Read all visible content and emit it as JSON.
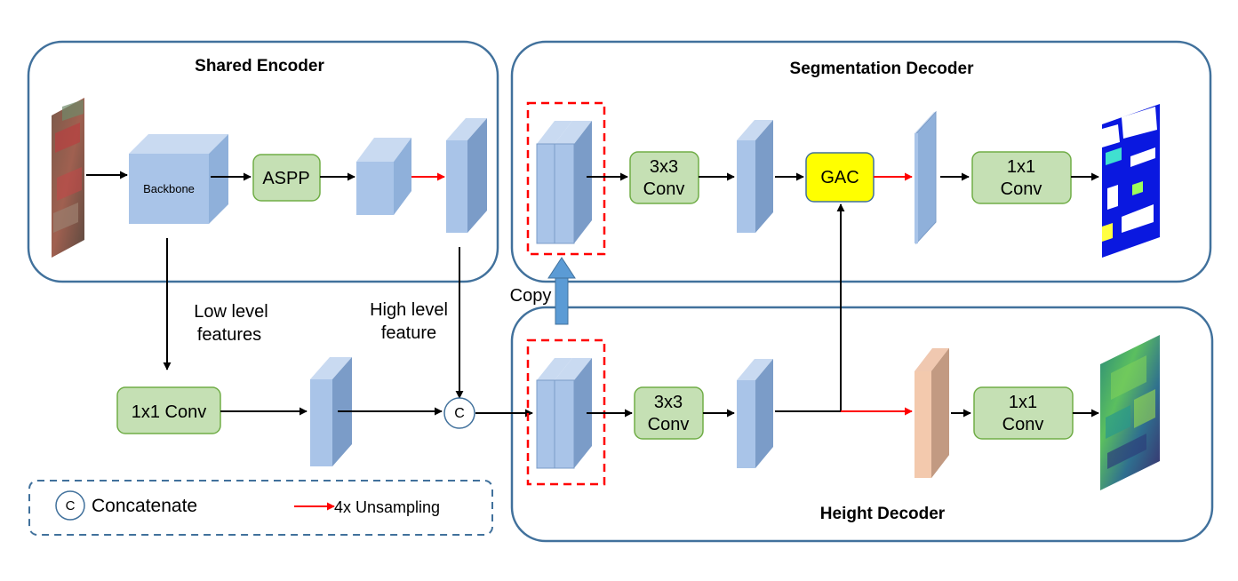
{
  "sections": {
    "shared_encoder": "Shared Encoder",
    "segmentation_decoder": "Segmentation Decoder",
    "height_decoder": "Height Decoder"
  },
  "blocks": {
    "backbone": "Backbone",
    "aspp": "ASPP",
    "conv1x1_low": "1x1 Conv",
    "seg_conv3x3": [
      "3x3",
      "Conv"
    ],
    "gac": "GAC",
    "seg_conv1x1": [
      "1x1",
      "Conv"
    ],
    "height_conv3x3": [
      "3x3",
      "Conv"
    ],
    "height_conv1x1": [
      "1x1",
      "Conv"
    ]
  },
  "labels": {
    "low_level": [
      "Low level",
      "features"
    ],
    "high_level": [
      "High level",
      "feature"
    ],
    "copy": "Copy",
    "concat_symbol": "C"
  },
  "legend": {
    "concat_symbol": "C",
    "concatenate": "Concatenate",
    "upsampling": "4x Unsampling"
  },
  "colors": {
    "container_border": "#41719c",
    "conv_fill": "#c5e0b4",
    "conv_border": "#70ad47",
    "feature_front": "#a9c4e8",
    "feature_side": "#7b9cc8",
    "gac_fill": "#ffff00",
    "height_map_fill": "#d9a98a",
    "upsample_arrow": "#ff0000",
    "dashed_box": "#ff0000"
  }
}
